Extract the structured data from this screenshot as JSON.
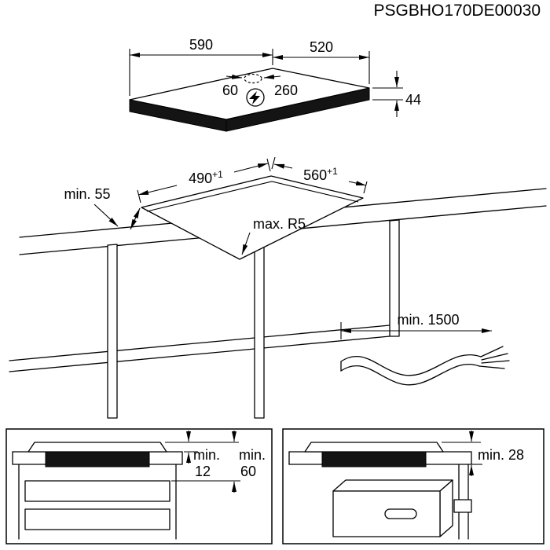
{
  "document": {
    "code": "PSGBHO170DE00030"
  },
  "colors": {
    "line": "#000000",
    "background": "#ffffff",
    "hob_edge": "#141414"
  },
  "icons": {
    "power_connection": "lightning-bolt-in-circle"
  },
  "hob_top_view": {
    "width": "590",
    "depth": "520",
    "cable_hole_offset": "60",
    "cable_hole_dimension": "260",
    "height": "44"
  },
  "worktop_cutout": {
    "cutout_depth": "490",
    "cutout_depth_tolerance": "+1",
    "cutout_width": "560",
    "cutout_width_tolerance": "+1",
    "front_edge_clearance": "min. 55",
    "corner_radius": "max. R5"
  },
  "power_cable": {
    "min_length": "min. 1500"
  },
  "drawer_installation": {
    "thickness_prefix": "min.",
    "thickness_value": "12",
    "clearance_prefix": "min.",
    "clearance_value": "60"
  },
  "oven_installation": {
    "clearance": "min. 28"
  }
}
